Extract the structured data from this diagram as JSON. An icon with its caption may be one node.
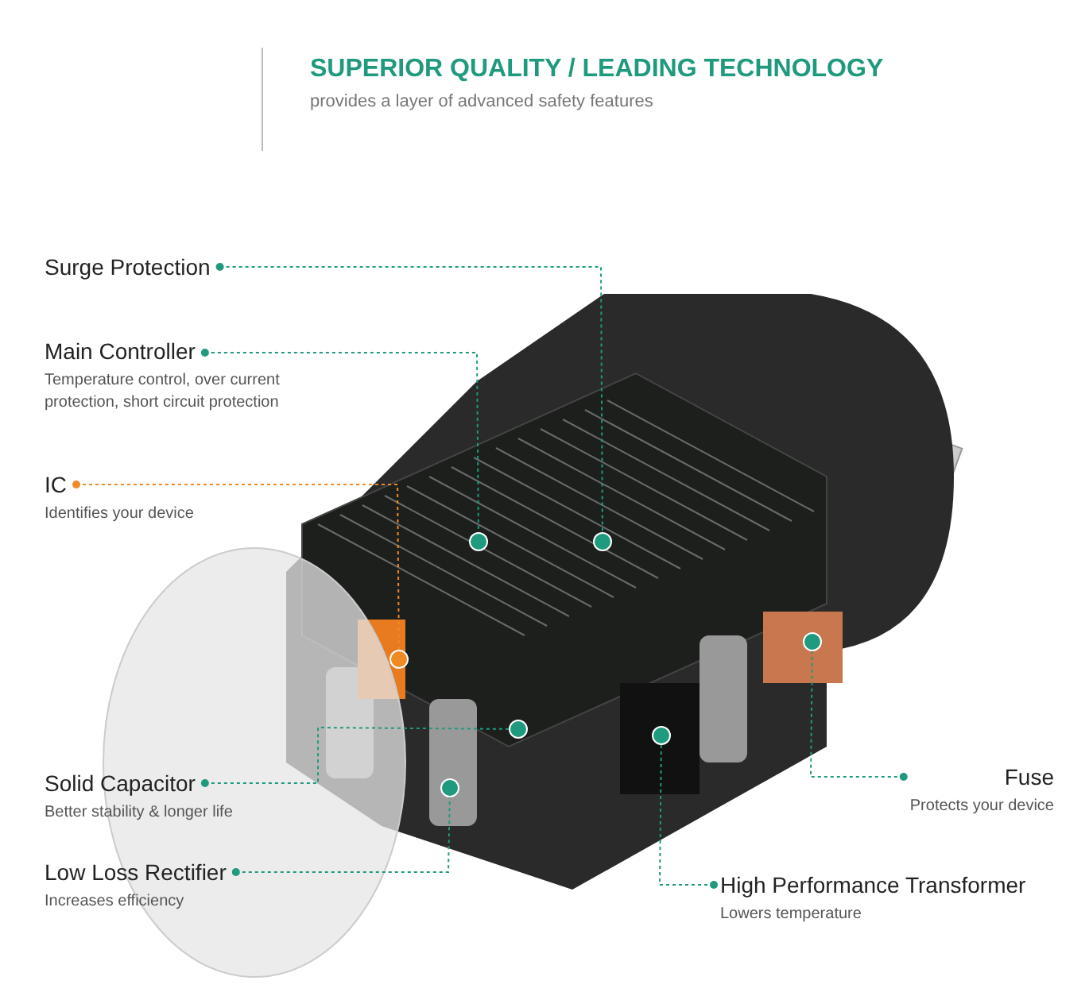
{
  "diagram": {
    "title": "SUPERIOR QUALITY / LEADING TECHNOLOGY",
    "nodes": [
      {
        "text": [
          "Surge Protection"
        ]
      },
      {
        "text": [
          "Main Controller",
          "Temperature control, over current protection, short circuit protection"
        ]
      },
      {
        "text": [
          "IC",
          "Identifies your device"
        ]
      },
      {
        "text": [
          "Solid Capacitor",
          "Better stability & longer life"
        ]
      },
      {
        "text": [
          "Low Loss  Rectifier",
          "Increases efficiency"
        ]
      },
      {
        "text": [
          "Fuse",
          "Protects your device"
        ]
      },
      {
        "text": [
          "High Performance Transformer",
          "Lowers temperature"
        ]
      },
      {
        "text": [],
        "shape": "circle"
      },
      {
        "text": [],
        "shape": "circle"
      },
      {
        "text": [],
        "shape": "circle"
      },
      {
        "text": [],
        "shape": "circle"
      },
      {
        "text": [],
        "shape": "circle"
      },
      {
        "text": [],
        "shape": "circle"
      },
      {
        "text": [],
        "shape": "circle"
      }
    ],
    "edges": [
      {
        "from": 0,
        "to": 7,
        "arrow": "other",
        "style": "dashed"
      },
      {
        "from": 1,
        "to": 8,
        "arrow": "other",
        "style": "dashed"
      },
      {
        "from": 2,
        "to": 9,
        "arrow": "other",
        "style": "dashed",
        "color": "#f08a24"
      },
      {
        "from": 3,
        "to": 10,
        "arrow": "other",
        "style": "dashed"
      },
      {
        "from": 4,
        "to": 11,
        "arrow": "other",
        "style": "dashed"
      },
      {
        "from": 5,
        "to": 12,
        "arrow": "other",
        "style": "dashed"
      },
      {
        "from": 6,
        "to": 13,
        "arrow": "other",
        "style": "dashed"
      }
    ],
    "labels": [
      "provides a layer of advanced safety features"
    ]
  }
}
